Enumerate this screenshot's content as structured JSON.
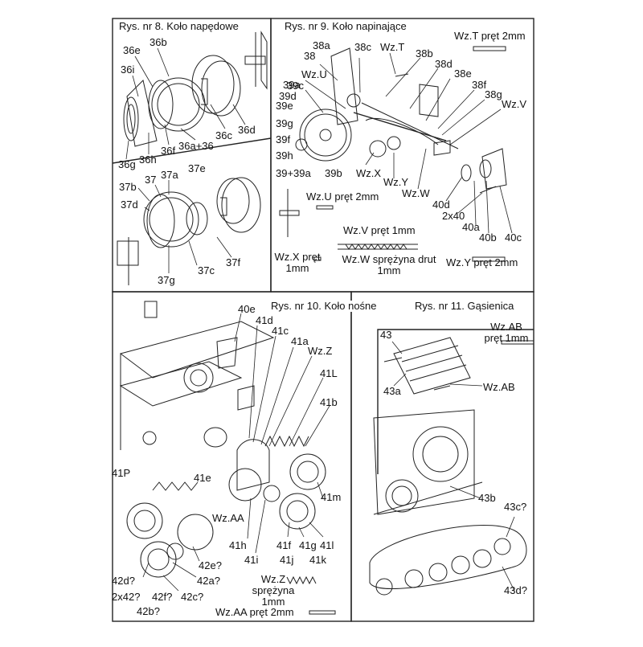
{
  "panels": {
    "rys8": {
      "title": "Rys. nr 8. Koło napędowe",
      "labels": [
        "36b",
        "36e",
        "36i",
        "36g",
        "36h",
        "36f",
        "36a+36",
        "36c",
        "36d"
      ],
      "labels2": [
        "37e",
        "37",
        "37a",
        "37b",
        "37d",
        "37g",
        "37c",
        "37f"
      ]
    },
    "rys9": {
      "title": "Rys. nr 9. Koło napinające",
      "labels": [
        "38a",
        "38",
        "38c",
        "Wz.T",
        "38b",
        "38d",
        "38e",
        "38f",
        "38g",
        "Wz.V",
        "Wz.U",
        "39a",
        "39c",
        "39e",
        "39d",
        "39g",
        "39f",
        "39h",
        "39+39a",
        "39b",
        "Wz.X",
        "Wz.Y",
        "Wz.W",
        "40d",
        "2x40",
        "40a",
        "40b",
        "40c"
      ],
      "notes": {
        "wzt": "Wz.T pręt 2mm",
        "wzu": "Wz.U pręt 2mm",
        "wzv": "Wz.V pręt 1mm",
        "wzw": "Wz.W sprężyna drut 1mm",
        "wzx": "Wz.X pręt 1mm",
        "wzy": "Wz.Y pręt 2mm"
      }
    },
    "rys10": {
      "title": "Rys. nr 10. Koło nośne",
      "labels": [
        "40e",
        "41d",
        "41c",
        "41a",
        "Wz.Z",
        "41L",
        "41b",
        "41P",
        "41e",
        "41m",
        "Wz.AA",
        "41h",
        "41i",
        "41f",
        "41j",
        "41g",
        "41k",
        "41l",
        "42e?",
        "42a?",
        "42d?",
        "2x42?",
        "42f?",
        "42c?",
        "42b?"
      ],
      "notes": {
        "wzz": "Wz.Z sprężyna 1mm",
        "wzaa": "Wz.AA pręt 2mm"
      }
    },
    "rys11": {
      "title": "Rys. nr 11. Gąsienica",
      "labels": [
        "43",
        "43a",
        "Wz.AB",
        "43b",
        "43c?",
        "43d?"
      ],
      "notes": {
        "wzab": "Wz.AB pręt 1mm"
      }
    }
  }
}
